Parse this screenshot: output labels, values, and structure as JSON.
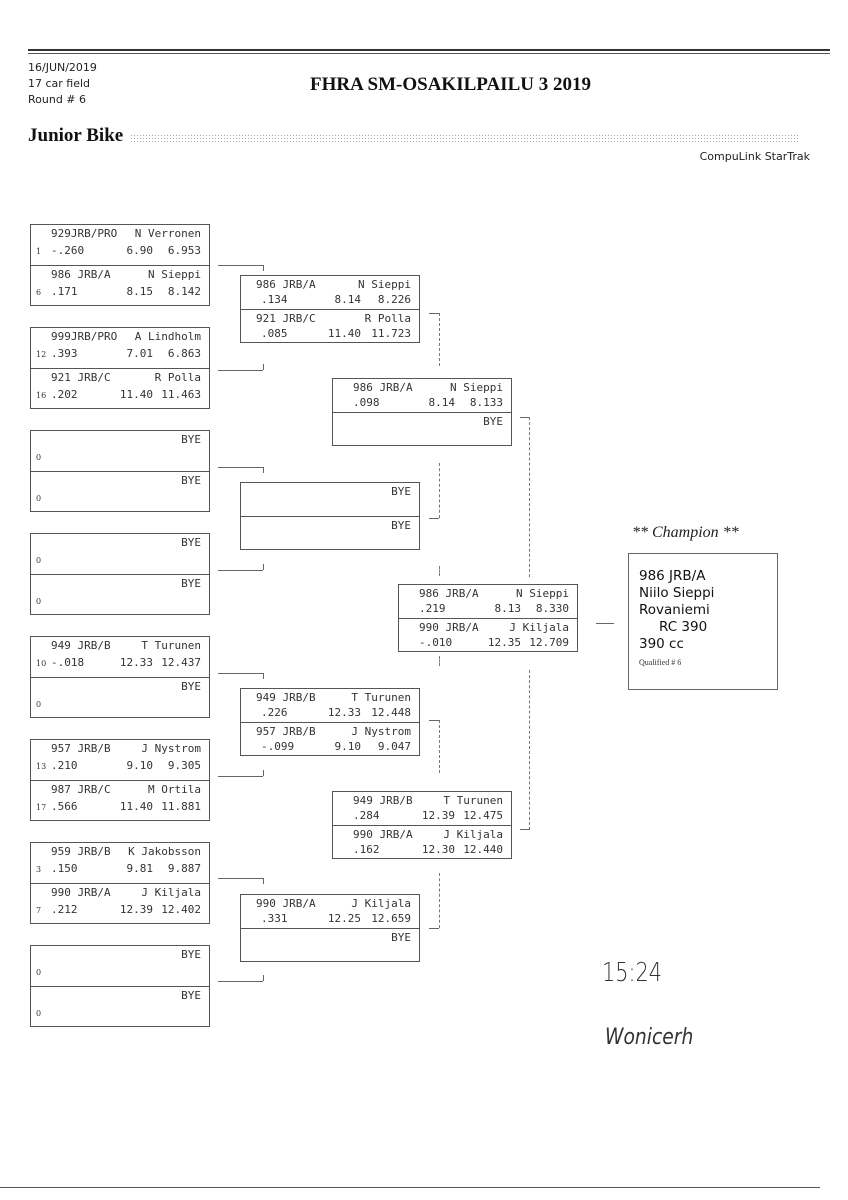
{
  "header": {
    "date": "16/JUN/2019",
    "field": "17 car field",
    "round": "Round # 6",
    "title": "FHRA SM-OSAKILPAILU 3 2019",
    "class_name": "Junior Bike",
    "brand": "CompuLink StarTrak"
  },
  "round1": [
    {
      "lanes": [
        {
          "car": "929JRB/PRO",
          "driver": "N Verronen",
          "seed": "1",
          "rt": "-.260",
          "et": "6.90",
          "dial": "6.953"
        },
        {
          "car": "986 JRB/A",
          "driver": "N Sieppi",
          "seed": "6",
          "rt": ".171",
          "et": "8.15",
          "dial": "8.142"
        }
      ]
    },
    {
      "lanes": [
        {
          "car": "999JRB/PRO",
          "driver": "A Lindholm",
          "seed": "12",
          "rt": ".393",
          "et": "7.01",
          "dial": "6.863"
        },
        {
          "car": "921 JRB/C",
          "driver": "R Polla",
          "seed": "16",
          "rt": ".202",
          "et": "11.40",
          "dial": "11.463"
        }
      ]
    },
    {
      "lanes": [
        {
          "car": "",
          "driver": "BYE",
          "seed": "0",
          "rt": "",
          "et": "",
          "dial": ""
        },
        {
          "car": "",
          "driver": "BYE",
          "seed": "0",
          "rt": "",
          "et": "",
          "dial": ""
        }
      ]
    },
    {
      "lanes": [
        {
          "car": "",
          "driver": "BYE",
          "seed": "0",
          "rt": "",
          "et": "",
          "dial": ""
        },
        {
          "car": "",
          "driver": "BYE",
          "seed": "0",
          "rt": "",
          "et": "",
          "dial": ""
        }
      ]
    },
    {
      "lanes": [
        {
          "car": "949 JRB/B",
          "driver": "T Turunen",
          "seed": "10",
          "rt": "-.018",
          "et": "12.33",
          "dial": "12.437"
        },
        {
          "car": "",
          "driver": "BYE",
          "seed": "0",
          "rt": "",
          "et": "",
          "dial": ""
        }
      ]
    },
    {
      "lanes": [
        {
          "car": "957 JRB/B",
          "driver": "J Nystrom",
          "seed": "13",
          "rt": ".210",
          "et": "9.10",
          "dial": "9.305"
        },
        {
          "car": "987 JRB/C",
          "driver": "M Ortila",
          "seed": "17",
          "rt": ".566",
          "et": "11.40",
          "dial": "11.881"
        }
      ]
    },
    {
      "lanes": [
        {
          "car": "959 JRB/B",
          "driver": "K Jakobsson",
          "seed": "3",
          "rt": ".150",
          "et": "9.81",
          "dial": "9.887"
        },
        {
          "car": "990 JRB/A",
          "driver": "J Kiljala",
          "seed": "7",
          "rt": ".212",
          "et": "12.39",
          "dial": "12.402"
        }
      ]
    },
    {
      "lanes": [
        {
          "car": "",
          "driver": "BYE",
          "seed": "0",
          "rt": "",
          "et": "",
          "dial": ""
        },
        {
          "car": "",
          "driver": "BYE",
          "seed": "0",
          "rt": "",
          "et": "",
          "dial": ""
        }
      ]
    }
  ],
  "round2": [
    {
      "lanes": [
        {
          "car": "986 JRB/A",
          "driver": "N Sieppi",
          "rt": ".134",
          "et": "8.14",
          "dial": "8.226"
        },
        {
          "car": "921 JRB/C",
          "driver": "R Polla",
          "rt": ".085",
          "et": "11.40",
          "dial": "11.723"
        }
      ]
    },
    {
      "lanes": [
        {
          "car": "",
          "driver": "BYE",
          "rt": "",
          "et": "",
          "dial": ""
        },
        {
          "car": "",
          "driver": "BYE",
          "rt": "",
          "et": "",
          "dial": ""
        }
      ]
    },
    {
      "lanes": [
        {
          "car": "949 JRB/B",
          "driver": "T Turunen",
          "rt": ".226",
          "et": "12.33",
          "dial": "12.448"
        },
        {
          "car": "957 JRB/B",
          "driver": "J Nystrom",
          "rt": "-.099",
          "et": "9.10",
          "dial": "9.047"
        }
      ]
    },
    {
      "lanes": [
        {
          "car": "990 JRB/A",
          "driver": "J Kiljala",
          "rt": ".331",
          "et": "12.25",
          "dial": "12.659"
        },
        {
          "car": "",
          "driver": "BYE",
          "rt": "",
          "et": "",
          "dial": ""
        }
      ]
    }
  ],
  "round3": [
    {
      "lanes": [
        {
          "car": "986 JRB/A",
          "driver": "N Sieppi",
          "rt": ".098",
          "et": "8.14",
          "dial": "8.133"
        },
        {
          "car": "",
          "driver": "BYE",
          "rt": "",
          "et": "",
          "dial": ""
        }
      ]
    },
    {
      "lanes": [
        {
          "car": "949 JRB/B",
          "driver": "T Turunen",
          "rt": ".284",
          "et": "12.39",
          "dial": "12.475"
        },
        {
          "car": "990 JRB/A",
          "driver": "J Kiljala",
          "rt": ".162",
          "et": "12.30",
          "dial": "12.440"
        }
      ]
    }
  ],
  "final": {
    "lanes": [
      {
        "car": "986 JRB/A",
        "driver": "N Sieppi",
        "rt": ".219",
        "et": "8.13",
        "dial": "8.330"
      },
      {
        "car": "990 JRB/A",
        "driver": "J Kiljala",
        "rt": "-.010",
        "et": "12.35",
        "dial": "12.709"
      }
    ]
  },
  "champion": {
    "title": "** Champion **",
    "car": "986  JRB/A",
    "name": "Niilo Sieppi",
    "city": "Rovaniemi",
    "vehicle": "RC 390",
    "engine": "390 cc",
    "qualified": "Qualified # 6"
  },
  "handwriting": {
    "time": "15:24",
    "signature": "Wonicerh"
  }
}
